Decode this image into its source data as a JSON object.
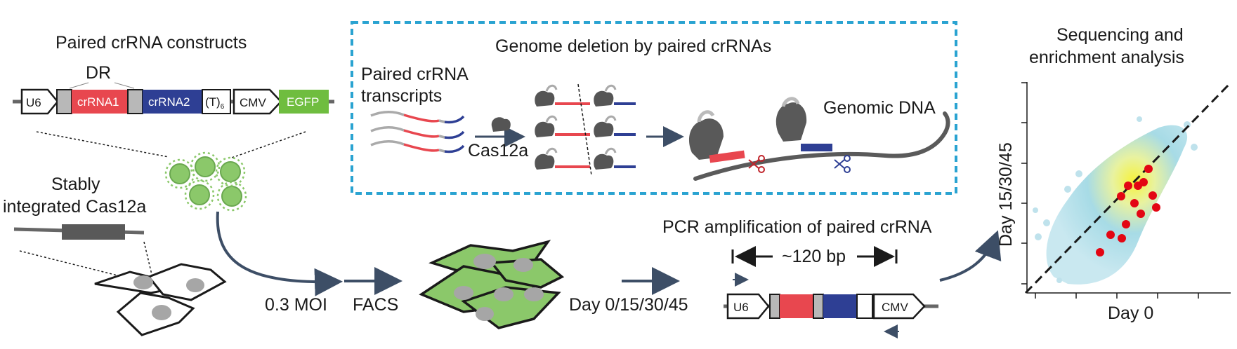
{
  "constructs": {
    "title": "Paired crRNA constructs",
    "dr_label": "DR",
    "u6": "U6",
    "crrna1": "crRNA1",
    "crrna2": "crRNA2",
    "polyT": "(T)",
    "polyT_sub": "6",
    "cmv": "CMV",
    "egfp": "EGFP"
  },
  "cells_left": {
    "cas12a_label_line1": "Stably",
    "cas12a_label_line2": "integrated Cas12a"
  },
  "workflow": {
    "moi": "0.3 MOI",
    "facs": "FACS",
    "days": "Day 0/15/30/45"
  },
  "deletion_box": {
    "title": "Genome deletion by paired crRNAs",
    "transcripts_line1": "Paired crRNA",
    "transcripts_line2": "transcripts",
    "cas12a": "Cas12a",
    "genomic_dna": "Genomic DNA"
  },
  "pcr": {
    "title": "PCR amplification of paired crRNA",
    "size": "~120 bp",
    "u6": "U6",
    "cmv": "CMV"
  },
  "plot": {
    "title_line1": "Sequencing and",
    "title_line2": "enrichment analysis",
    "xlabel": "Day 0",
    "ylabel": "Day 15/30/45"
  },
  "colors": {
    "red": "#e8474f",
    "blue": "#2e3f94",
    "green": "#6fbd3f",
    "cyan_box": "#2aa3d1",
    "arrow": "#3d4e66",
    "cell_green": "#8bc86a"
  }
}
